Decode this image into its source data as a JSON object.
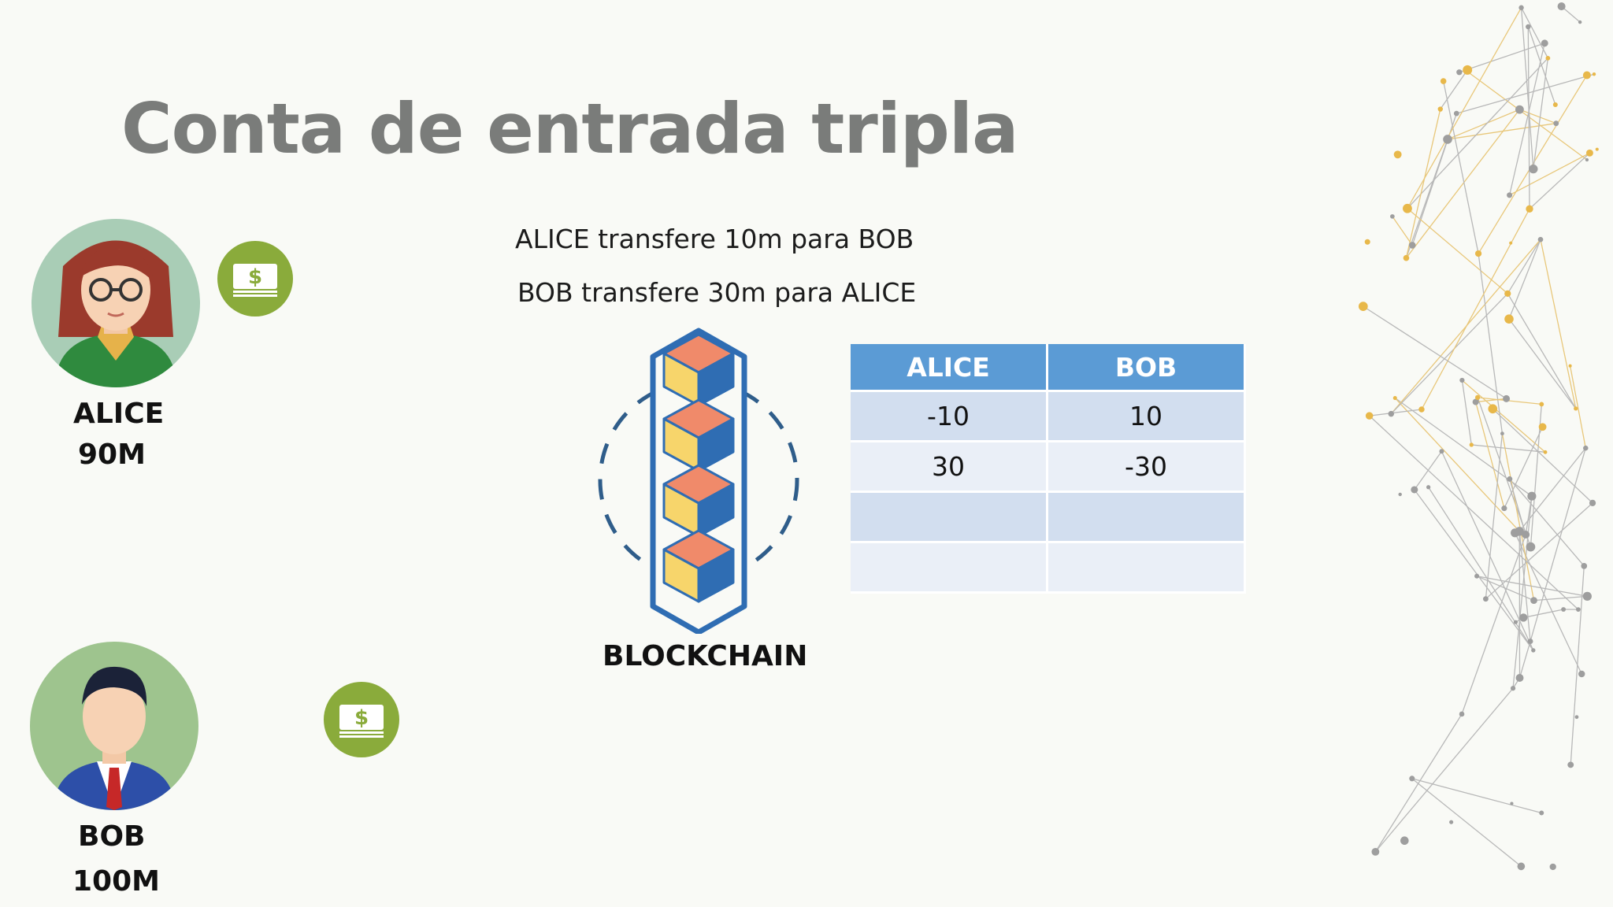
{
  "slide": {
    "title": "Conta de entrada tripla",
    "transactions": [
      "ALICE transfere 10m para BOB",
      "BOB transfere 30m para ALICE"
    ]
  },
  "people": {
    "alice": {
      "name": "ALICE",
      "balance": "90M"
    },
    "bob": {
      "name": "BOB",
      "balance": "100M"
    }
  },
  "blockchain": {
    "label": "BLOCKCHAIN"
  },
  "ledger": {
    "headers": [
      "ALICE",
      "BOB"
    ],
    "rows": [
      [
        "-10",
        "10"
      ],
      [
        "30",
        "-30"
      ],
      [
        "",
        ""
      ],
      [
        "",
        ""
      ]
    ]
  },
  "colors": {
    "title": "#7a7c7a",
    "table_header": "#5b9bd5",
    "table_row_dark": "#d2deef",
    "table_row_light": "#eaeff7",
    "money_icon": "#8aab3b",
    "block_orange": "#f08a6a",
    "block_yellow": "#f7d56b",
    "block_blue": "#2f6db3"
  },
  "icons": [
    "woman-avatar",
    "man-avatar",
    "money-icon",
    "blockchain-icon",
    "network-background"
  ]
}
